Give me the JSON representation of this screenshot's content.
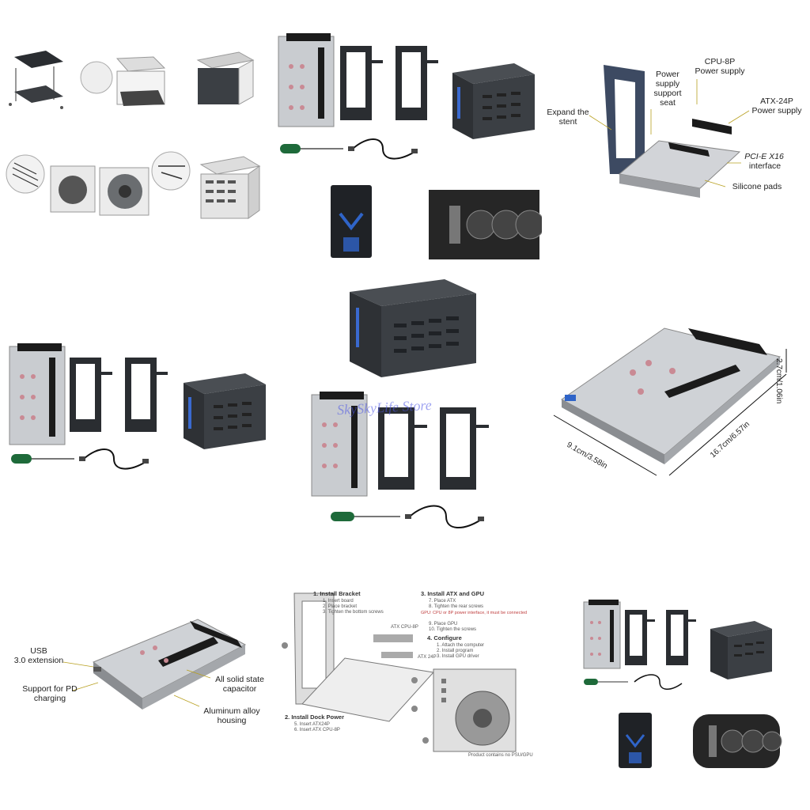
{
  "colors": {
    "board": "#c9ccd0",
    "case_dark": "#3b3f44",
    "bracket": "#2a2d31",
    "connector": "#1b1b1b",
    "screwdriver_handle": "#1e6a3a",
    "led_blue": "#2f64c8",
    "watermark": "#5a64e6"
  },
  "panel_stent": {
    "labels": {
      "expand": "Expand the\nstent",
      "power_seat": "Power\nsupply\nsupport\nseat",
      "cpu8p": "CPU-8P\nPower supply",
      "atx24p": "ATX-24P\nPower supply",
      "pcie": "PCI-E X16",
      "interface": "interface",
      "pads": "Silicone pads"
    }
  },
  "panel_center": {
    "watermark": "SkySkyLife Store"
  },
  "panel_dims": {
    "height": "2.7cm/1.06in",
    "length": "16.7cm/6.57in",
    "width": "9.1cm/3.58in"
  },
  "panel_features": {
    "usb": "USB\n3.0 extension",
    "pd": "Support for PD\ncharging",
    "capacitor": "All solid state\ncapacitor",
    "housing": "Aluminum alloy\nhousing"
  },
  "panel_install": {
    "step1": "1.  Install Bracket",
    "step1_items": [
      "1.  Insert board",
      "2.  Place bracket",
      "3.  Tighten the bottom screws"
    ],
    "step2": "2.  Install Dock Power",
    "step2_items": [
      "5.  Insert ATX24P",
      "6.  Insert ATX CPU-8P"
    ],
    "step3": "3.  Install ATX and GPU",
    "step3_items": [
      "7.  Place ATX",
      "8.  Tighten the rear screws"
    ],
    "step3_note": "GPU: CPU or 8P power interface, it must be connected",
    "step3_more": [
      "9.  Place GPU",
      "10.  Tighten the screws"
    ],
    "step4": "4.  Configure",
    "step4_items": [
      "1.  Attach the computer",
      "2.  Install              program",
      "3.  Install GPU driver"
    ],
    "callouts": [
      "ATX CPU-8P",
      "ATX 24P"
    ],
    "footer": "Product contains no PSU/GPU"
  }
}
